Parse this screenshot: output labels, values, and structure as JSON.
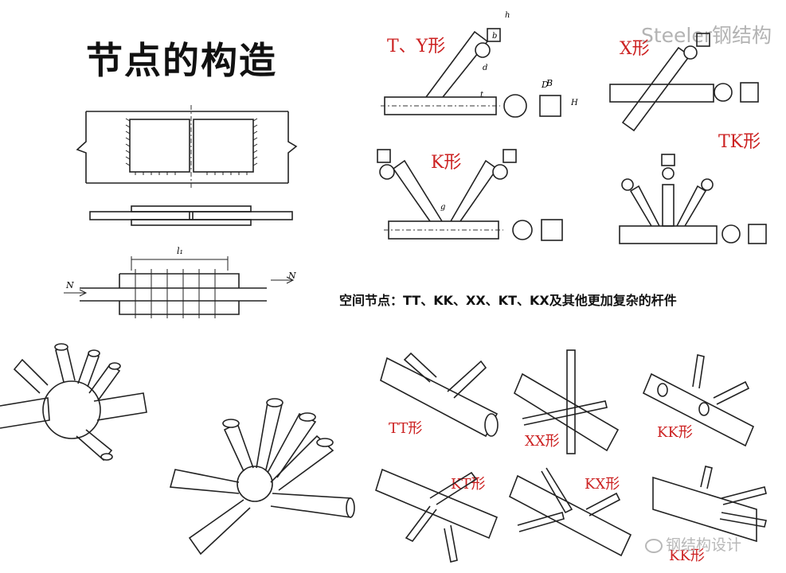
{
  "title": "节点的构造",
  "brand": "Steeler钢结构",
  "caption": "空间节点：TT、KK、XX、KT、KX及其他更加复杂的杆件",
  "watermark": "钢结构设计",
  "plane_joints": {
    "ty": "T、Y形",
    "x": "X形",
    "k": "K形",
    "tk": "TK形"
  },
  "space_joints": {
    "tt": "TT形",
    "xx": "XX形",
    "kk_top": "KK形",
    "kt": "KT形",
    "kx": "KX形",
    "kk_bottom": "KK形"
  },
  "bolt_diagram": {
    "force_label_left": "N",
    "force_label_right": "N",
    "length_label": "l₁"
  },
  "dim_labels": {
    "D": "D",
    "B": "B",
    "H": "H",
    "t": "t",
    "g": "g",
    "h": "h",
    "d": "d",
    "b": "b"
  },
  "colors": {
    "accent_red": "#cc2222",
    "line": "#222222",
    "watermark": "#b3b3b3"
  }
}
